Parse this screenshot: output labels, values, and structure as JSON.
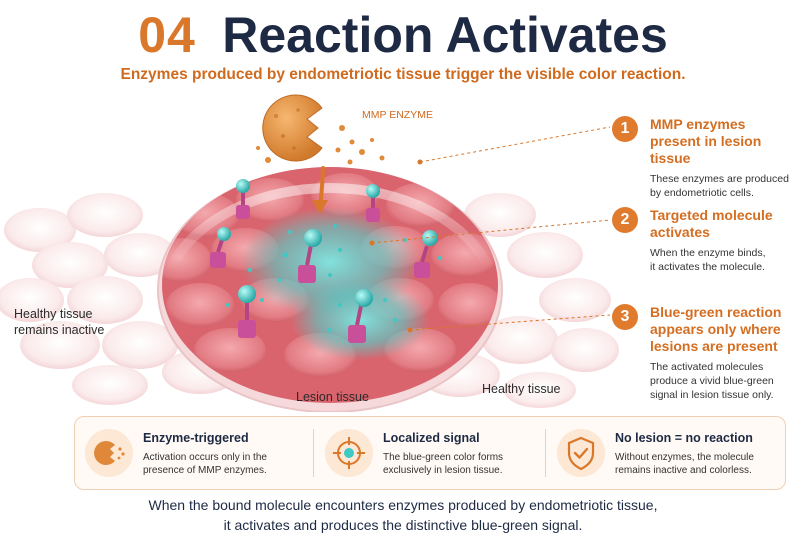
{
  "header": {
    "number": "04",
    "title": "Reaction Activates",
    "subtitle": "Enzymes produced by endometriotic tissue trigger the visible color reaction."
  },
  "illustration": {
    "enzyme_label": "MMP ENZYME",
    "label_healthy_left_line1": "Healthy tissue",
    "label_healthy_left_line2": "remains inactive",
    "label_lesion": "Lesion tissue",
    "label_healthy_right": "Healthy tissue"
  },
  "steps": [
    {
      "num": "1",
      "title_line1": "MMP enzymes",
      "title_line2": "present in lesion tissue",
      "title_line3": "",
      "desc_line1": "These enzymes are produced",
      "desc_line2": "by endometriotic cells.",
      "desc_line3": ""
    },
    {
      "num": "2",
      "title_line1": "Targeted molecule",
      "title_line2": "activates",
      "title_line3": "",
      "desc_line1": "When the enzyme binds,",
      "desc_line2": "it activates the molecule.",
      "desc_line3": ""
    },
    {
      "num": "3",
      "title_line1": "Blue-green reaction",
      "title_line2": "appears only where",
      "title_line3": "lesions are present",
      "desc_line1": "The activated molecules",
      "desc_line2": "produce a vivid blue-green",
      "desc_line3": "signal in lesion tissue only."
    }
  ],
  "cards": [
    {
      "title": "Enzyme-triggered",
      "desc_line1": "Activation occurs only in the",
      "desc_line2": "presence of MMP enzymes.",
      "icon": "enzyme-icon"
    },
    {
      "title": "Localized signal",
      "desc_line1": "The blue-green color forms",
      "desc_line2": "exclusively in lesion tissue.",
      "icon": "target-icon"
    },
    {
      "title": "No lesion = no reaction",
      "desc_line1": "Without enzymes, the molecule",
      "desc_line2": "remains inactive and colorless.",
      "icon": "shield-check-icon"
    }
  ],
  "footer": {
    "line1": "When the bound molecule encounters enzymes produced by endometriotic tissue,",
    "line2": "it activates and produces the distinctive blue-green signal."
  },
  "colors": {
    "accent": "#d9772a",
    "navy": "#1e2a44",
    "lesion_pink": "#e47b82",
    "signal_teal": "#3ec9c4",
    "molecule_magenta": "#c94f9a"
  }
}
